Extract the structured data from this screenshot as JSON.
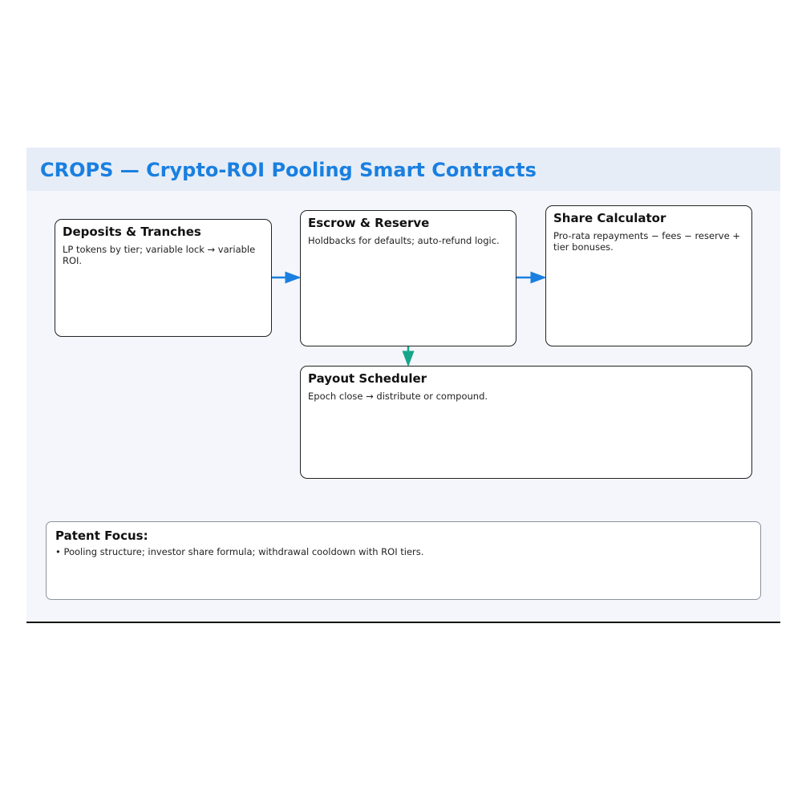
{
  "title": "CROPS — Crypto-ROI Pooling Smart Contracts",
  "boxes": {
    "deposits": {
      "title": "Deposits & Tranches",
      "text": "LP tokens by tier; variable lock → variable ROI."
    },
    "escrow": {
      "title": "Escrow & Reserve",
      "text": "Holdbacks for defaults; auto-refund logic."
    },
    "share": {
      "title": "Share Calculator",
      "text": "Pro-rata repayments − fees − reserve + tier bonuses."
    },
    "payout": {
      "title": "Payout Scheduler",
      "text": "Epoch close → distribute or compound."
    }
  },
  "patent": {
    "title": "Patent Focus:",
    "bullet": "• Pooling structure; investor share formula; withdrawal cooldown with ROI tiers."
  },
  "colors": {
    "title": "#1a7fe0",
    "arrow_blue": "#1a7fe0",
    "arrow_teal": "#17a589"
  }
}
